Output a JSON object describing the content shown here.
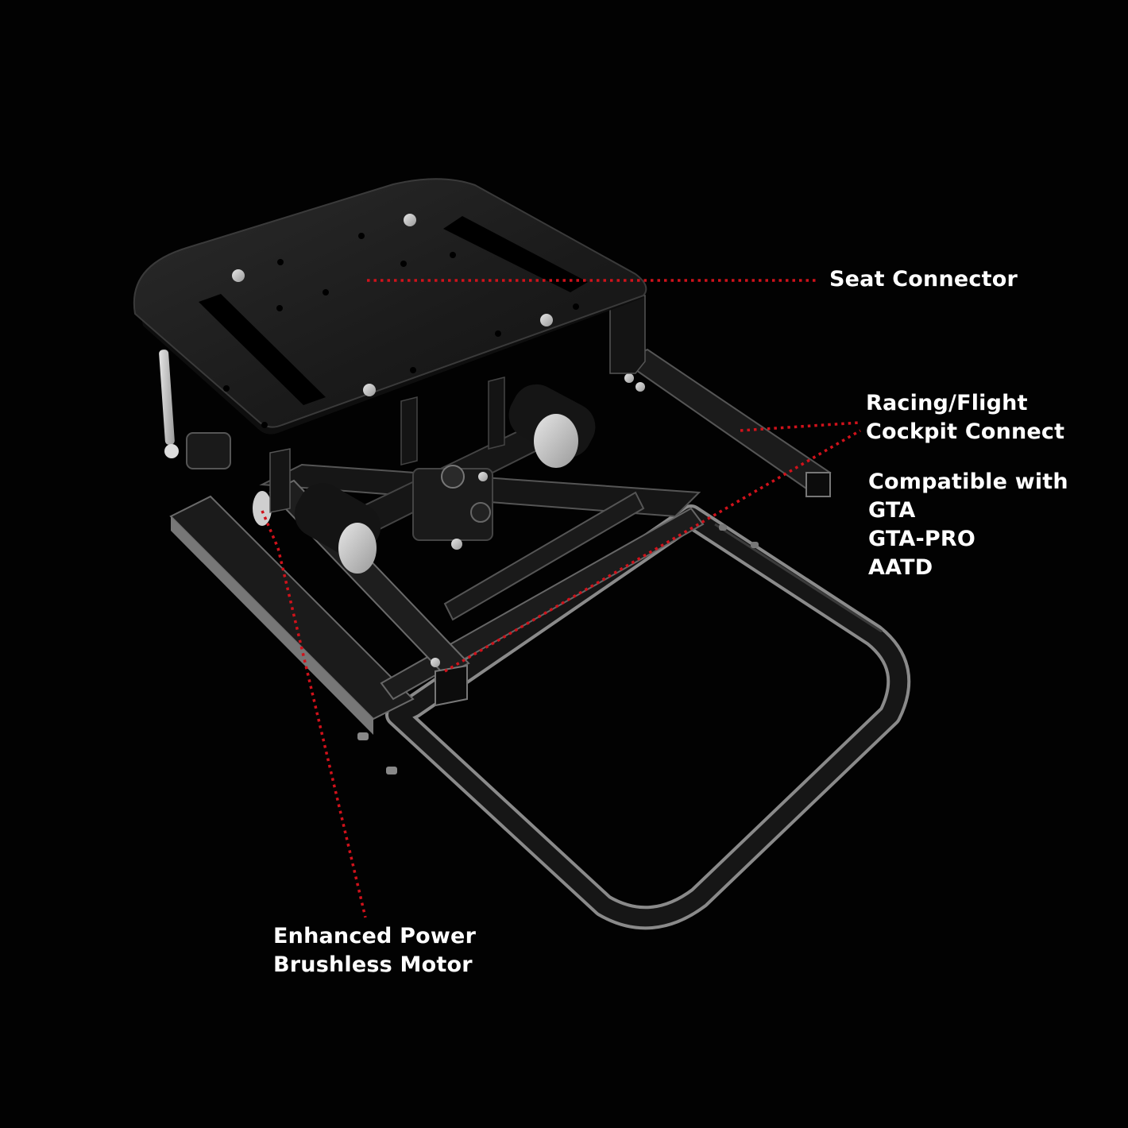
{
  "background_color": "#000000",
  "leader_color": "#d0121b",
  "callouts": {
    "seat_connector": {
      "lines": [
        "Seat Connector"
      ]
    },
    "cockpit_connect": {
      "lines": [
        "Racing/Flight",
        "Cockpit Connect"
      ]
    },
    "compatibility": {
      "heading": "Compatible with",
      "models": [
        "GTA",
        "GTA-PRO",
        "AATD"
      ]
    },
    "motor": {
      "lines": [
        "Enhanced Power",
        "Brushless Motor"
      ]
    }
  },
  "product": {
    "icon": "motion-seat-platform-icon",
    "components": [
      "seat-plate",
      "actuator-motors",
      "base-frame",
      "cockpit-rails",
      "front-loop-frame"
    ]
  }
}
